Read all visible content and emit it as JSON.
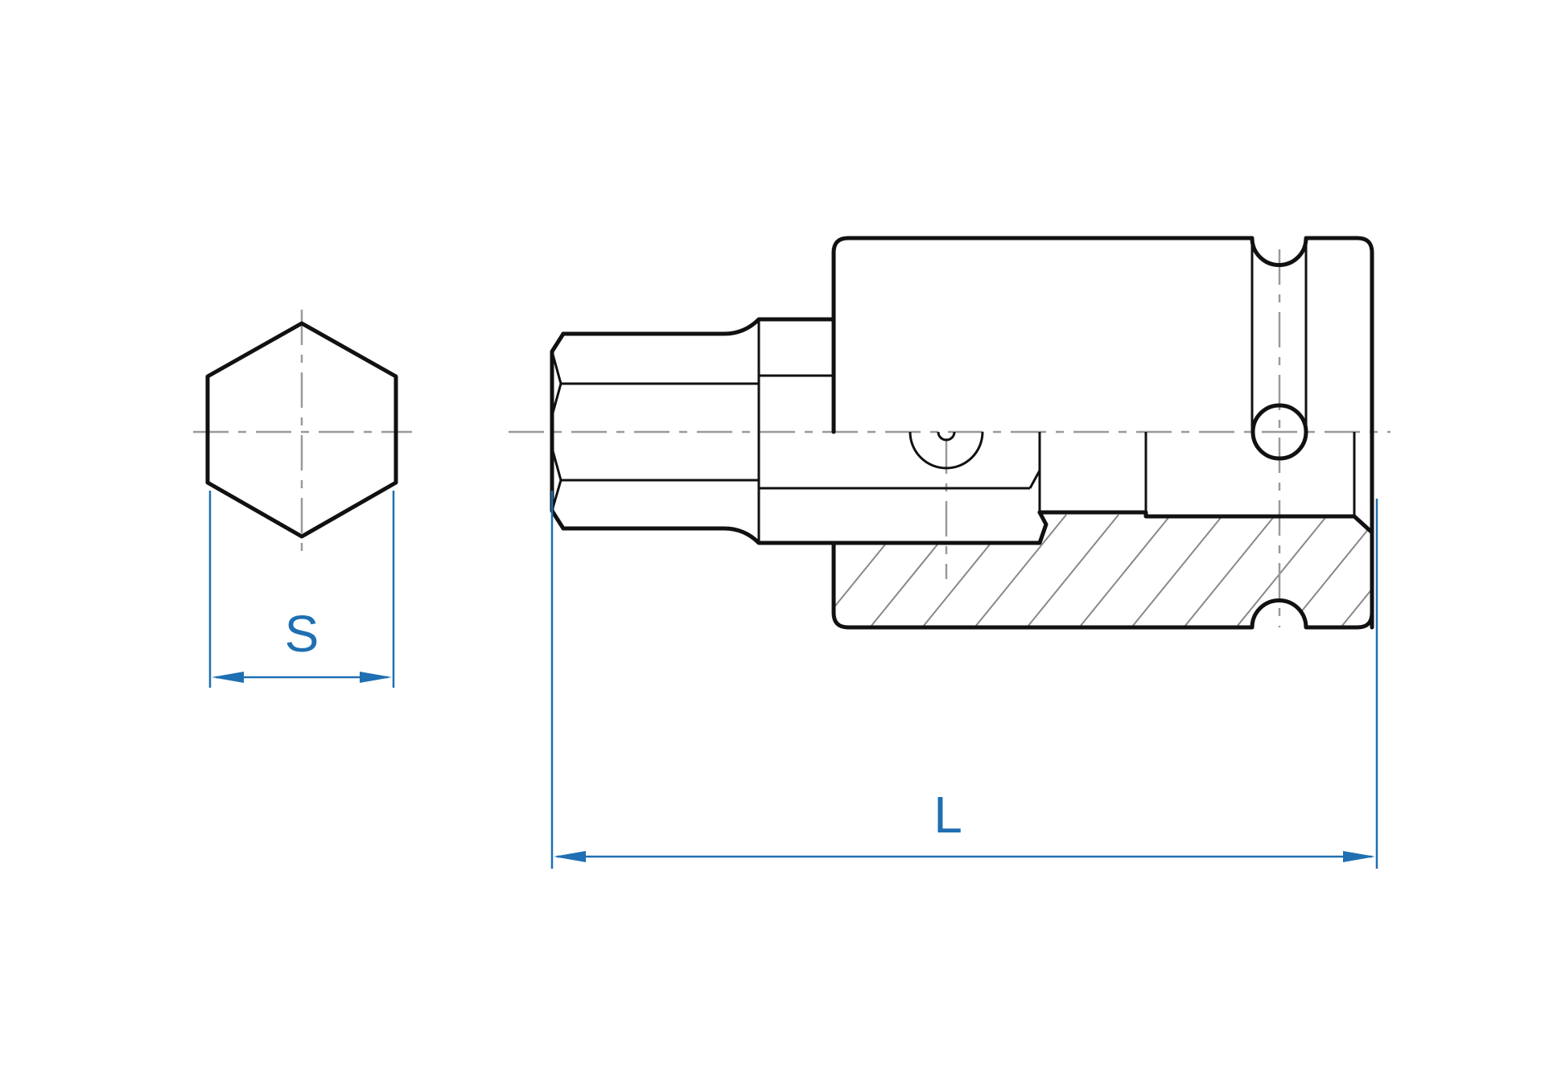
{
  "figure": {
    "subject": "Hex bit impact socket technical drawing",
    "views": [
      "end-view-hexagon",
      "side-view-section"
    ]
  },
  "dimensions": {
    "s_label": "S",
    "l_label": "L"
  },
  "colors": {
    "outline": "#111111",
    "centerline": "#9a9a9a",
    "dimension": "#1f6fb2",
    "background": "#ffffff"
  }
}
